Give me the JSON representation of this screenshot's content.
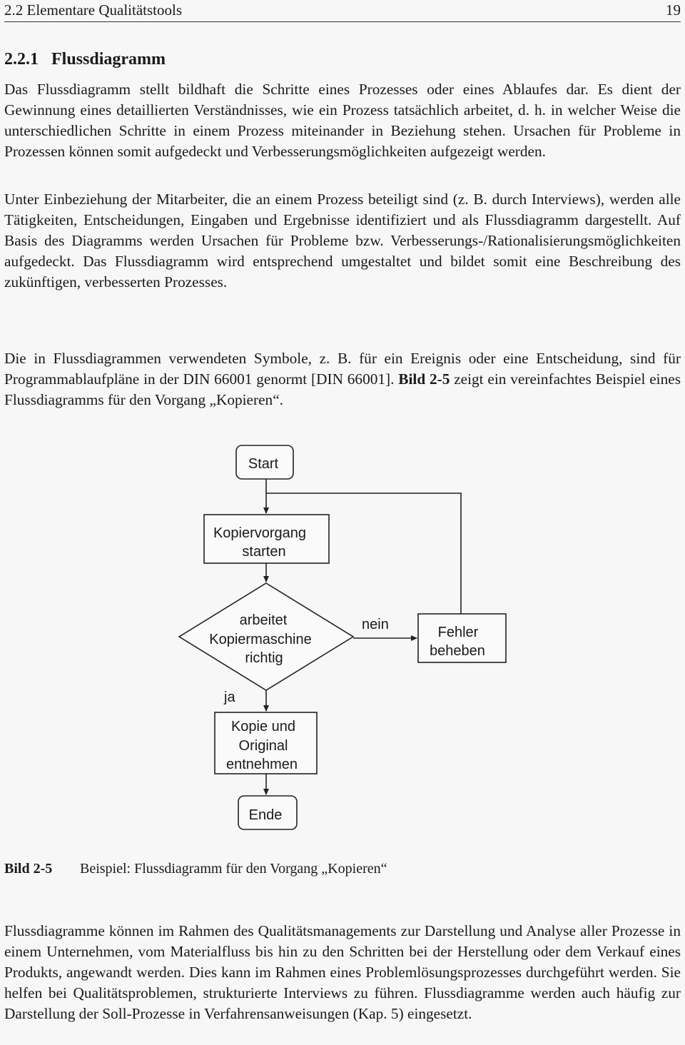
{
  "header": {
    "title": "2.2 Elementare Qualitätstools",
    "page_number": "19"
  },
  "section": {
    "number": "2.2.1",
    "title": "Flussdiagramm"
  },
  "paragraphs": {
    "p1": "Das Flussdiagramm stellt bildhaft die Schritte eines Prozesses oder eines Ablaufes dar. Es dient der Gewinnung eines detaillierten Verständnisses, wie ein Prozess tatsächlich arbeitet, d. h. in welcher Weise die unterschiedlichen Schritte in einem Prozess miteinander in Beziehung stehen. Ursachen für Probleme in Prozessen können somit aufgedeckt und Verbesserungsmög­lichkeiten aufgezeigt werden.",
    "p2": "Unter Einbeziehung der Mitarbeiter, die an einem Prozess beteiligt sind (z. B. durch Inter­views), werden alle Tätigkeiten, Entscheidungen, Eingaben und Ergebnisse identifiziert und als Flussdiagramm dargestellt. Auf Basis des Diagramms werden Ursachen für Probleme bzw. Verbesserungs-/Rationalisierungsmöglichkeiten aufgedeckt. Das Flussdiagramm wird entspre­chend umgestaltet und bildet somit eine Beschreibung des zukünftigen, verbesserten Prozes­ses.",
    "p3_a": "Die in Flussdiagrammen verwendeten Symbole, z. B. für ein Ereignis oder eine Entscheidung, sind für Programmablaufpläne in der DIN 66001 genormt [DIN 66001]. ",
    "p3_bold": "Bild 2-5",
    "p3_b": " zeigt ein vereinfachtes Beispiel eines Flussdiagramms für den Vorgang „Kopieren“.",
    "p4": "Flussdiagramme können im Rahmen des Qualitätsmanagements zur Darstellung und Analyse aller Prozesse in einem Unternehmen, vom Materialfluss bis hin zu den Schritten bei der Her­stellung oder dem Verkauf eines Produkts, angewandt werden. Dies kann im Rahmen eines Problemlösungsprozesses durchgeführt werden. Sie helfen bei Qualitätsproblemen, strukturier­te Interviews zu führen. Flussdiagramme werden auch häufig zur Darstellung der Soll-Prozesse in Verfahrensanweisungen (Kap. 5) eingesetzt."
  },
  "flowchart": {
    "start": "Start",
    "step1": [
      "Kopiervorgang",
      "starten"
    ],
    "decision": [
      "arbeitet",
      "Kopiermaschine",
      "richtig"
    ],
    "no_label": "nein",
    "yes_label": "ja",
    "fix": [
      "Fehler",
      "beheben"
    ],
    "step2": [
      "Kopie und",
      "Original",
      "entnehmen"
    ],
    "end": "Ende"
  },
  "caption": {
    "label": "Bild 2-5",
    "text": "Beispiel: Flussdiagramm für den Vorgang „Kopieren“"
  }
}
